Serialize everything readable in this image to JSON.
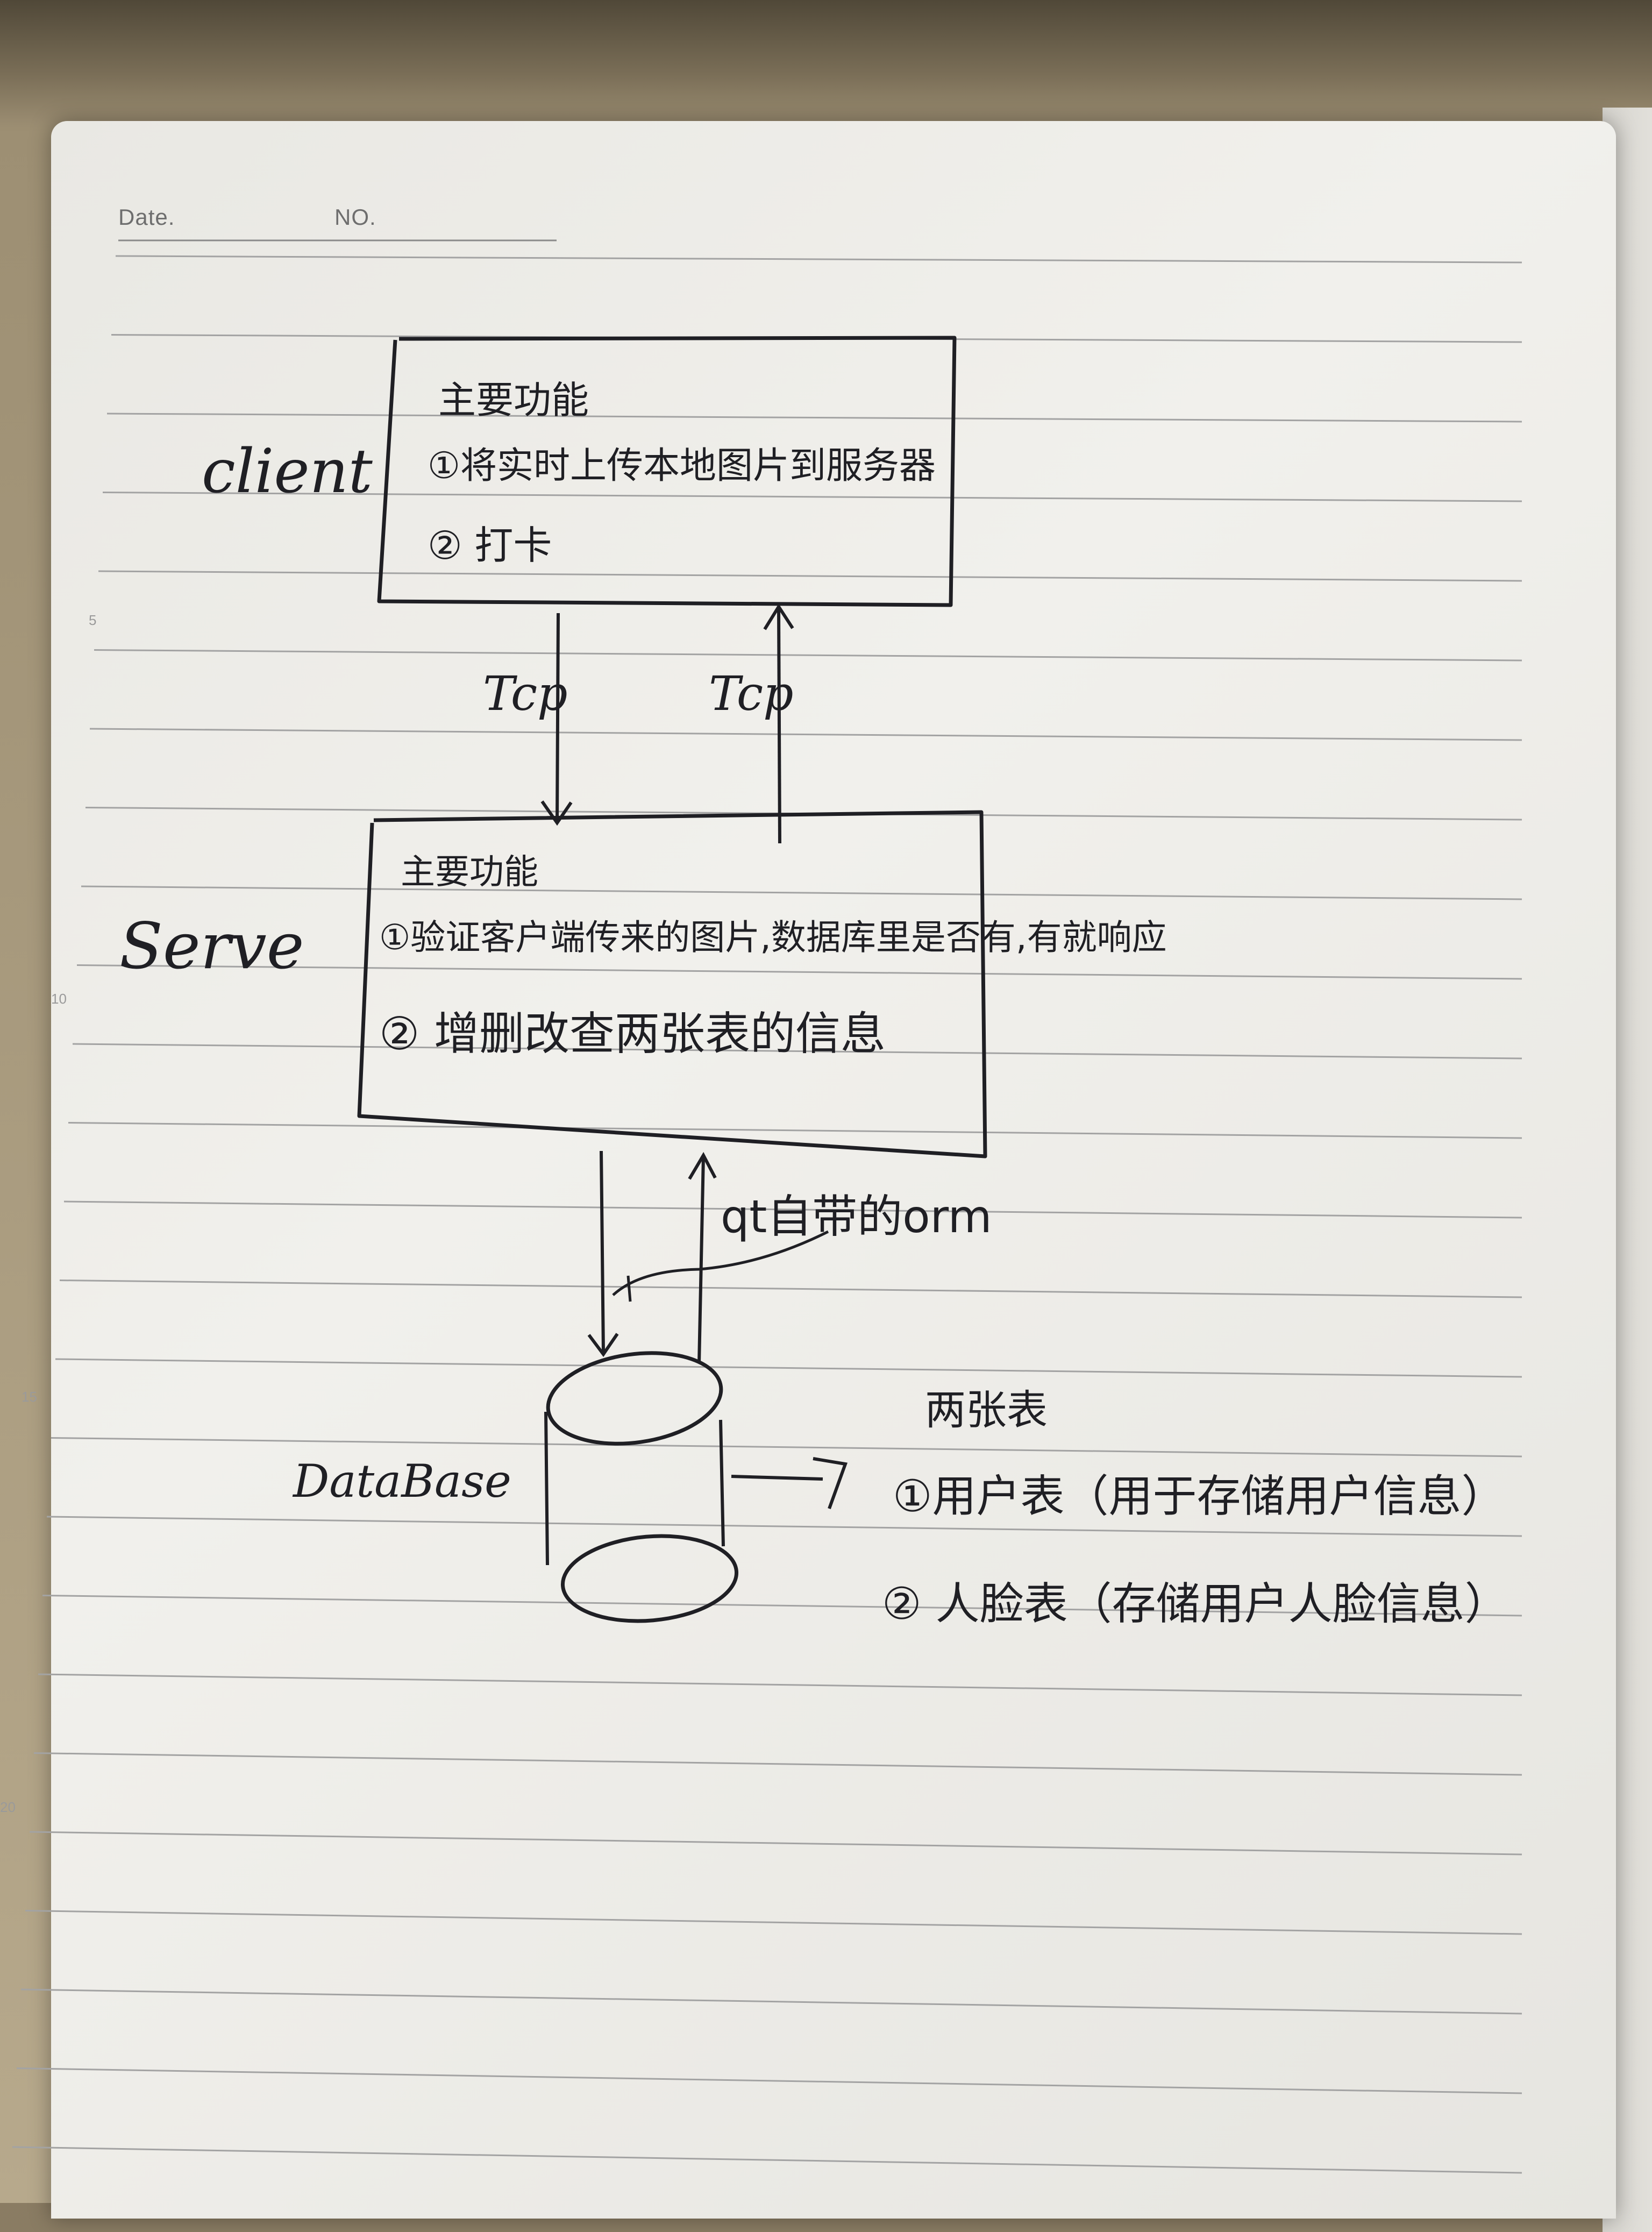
{
  "header": {
    "date_label": "Date.",
    "no_label": "NO."
  },
  "line_numbers": [
    "5",
    "10",
    "15",
    "20"
  ],
  "client": {
    "label": "client",
    "box_title": "主要功能",
    "items": [
      "①将实时上传本地图片到服务器",
      "② 打卡"
    ]
  },
  "links": {
    "client_to_server": "Tcp",
    "server_to_client": "Tcp",
    "server_db": "qt自带的orm"
  },
  "server": {
    "label": "Serve",
    "box_title": "主要功能",
    "items": [
      "①验证客户端传来的图片,数据库里是否有,有就响应",
      "② 增删改查两张表的信息"
    ]
  },
  "database": {
    "label": "DataBase",
    "tables_title": "两张表",
    "tables": [
      "①用户表（用于存储用户信息）",
      "② 人脸表（存储用户人脸信息）"
    ]
  },
  "colors": {
    "ink": "#1f1f24",
    "paper": "#efeeea",
    "rule": "#9c9c9c"
  }
}
